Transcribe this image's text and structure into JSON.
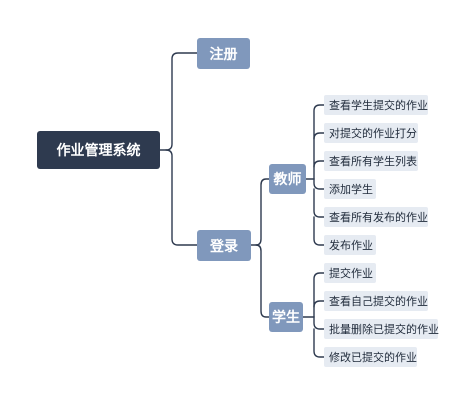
{
  "root": "作业管理系统",
  "register": "注册",
  "login": "登录",
  "teacher": {
    "label": "教师",
    "items": [
      "查看学生提交的作业",
      "对提交的作业打分",
      "查看所有学生列表",
      "添加学生",
      "查看所有发布的作业",
      "发布作业"
    ]
  },
  "student": {
    "label": "学生",
    "items": [
      "提交作业",
      "查看自己提交的作业",
      "批量删除已提交的作业",
      "修改已提交的作业"
    ]
  },
  "colors": {
    "line": "#2e3a4f",
    "root_fill": "#2e3a4f",
    "branch_fill": "#8098bc",
    "leaf_fill": "#e6ebf2"
  }
}
